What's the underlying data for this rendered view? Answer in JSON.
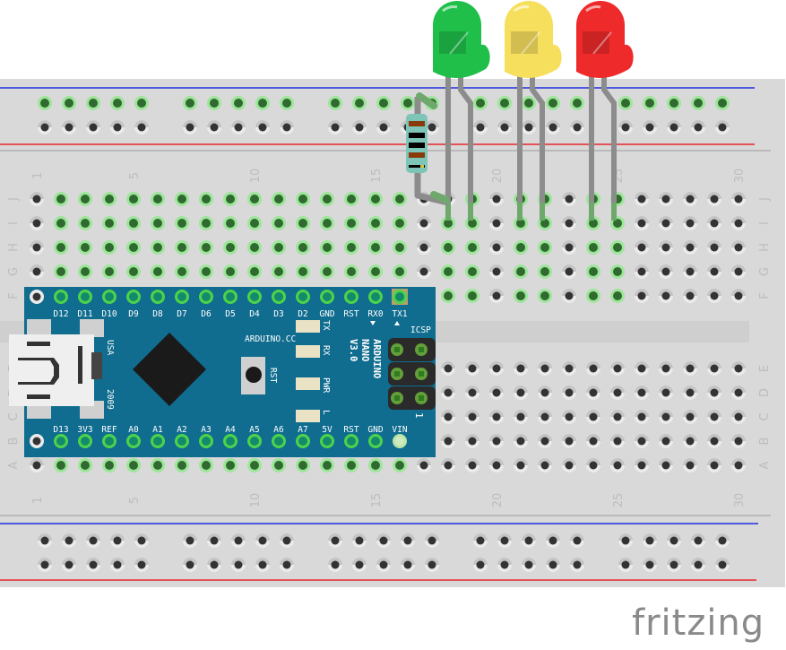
{
  "app": {
    "logo_text": "fritzing"
  },
  "breadboard": {
    "rows_top": [
      "J",
      "I",
      "H",
      "G",
      "F"
    ],
    "rows_bottom": [
      "E",
      "D",
      "C",
      "B",
      "A"
    ],
    "column_labels": [
      "1",
      "5",
      "10",
      "15",
      "20",
      "25",
      "30"
    ],
    "columns": 30,
    "colors": {
      "board": "#d9d9d9",
      "rail_blue": "#1f2fe0",
      "rail_red": "#e6262b",
      "hole_green": "#2f6b2e",
      "hole_green_ring": "#9ee59b",
      "hole": "#333333"
    }
  },
  "arduino": {
    "top_pins": [
      "D12",
      "D11",
      "D10",
      "D9",
      "D8",
      "D7",
      "D6",
      "D5",
      "D4",
      "D3",
      "D2",
      "GND",
      "RST",
      "RX0",
      "TX1"
    ],
    "bottom_pins": [
      "D13",
      "3V3",
      "REF",
      "A0",
      "A1",
      "A2",
      "A3",
      "A4",
      "A5",
      "A6",
      "A7",
      "5V",
      "RST",
      "GND",
      "VIN"
    ],
    "brand_text": "ARDUINO.CC",
    "model_lines": [
      "ARDUINO",
      "NANO",
      "V3.0"
    ],
    "icsp_label": "ICSP",
    "reset_label": "RST",
    "led_labels": [
      "TX",
      "RX",
      "PWR",
      "L"
    ],
    "usb_text": "USA",
    "year_text": "2009",
    "pin1_marker": "1",
    "board_color": "#106d8f"
  },
  "leds": [
    {
      "name": "green",
      "color": "#1fbf4a"
    },
    {
      "name": "yellow",
      "color": "#f7df5e"
    },
    {
      "name": "red",
      "color": "#ee2a2a"
    }
  ],
  "resistor": {
    "bands": [
      "#8a3a0a",
      "#000000",
      "#000000",
      "#8a3a0a"
    ]
  }
}
